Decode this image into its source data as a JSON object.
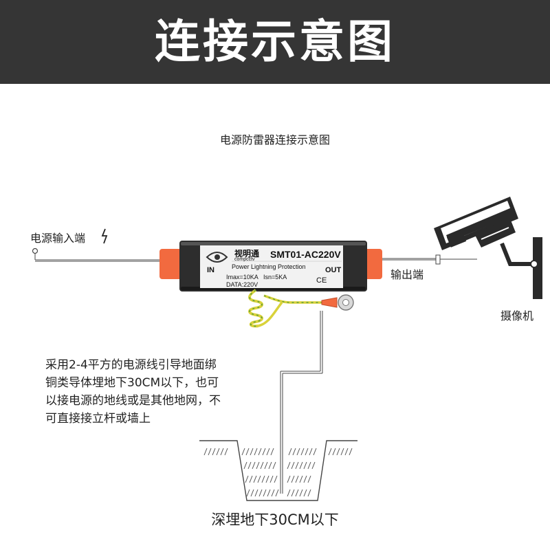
{
  "header": {
    "title": "连接示意图"
  },
  "diagram": {
    "title": "电源防雷器连接示意图",
    "input_label": "电源输入端",
    "output_label": "输出端",
    "camera_label": "摄像机",
    "note": "采用2-4平方的电源线引导地面绑铜类导体埋地下30CM以下，也可以接电源的地线或是其他地网，不可直接接立杆或墙上",
    "depth_label": "深埋地下30CM以下"
  },
  "device": {
    "brand_cn": "视明通",
    "brand_en": "compcctv",
    "model": "SMT01-AC220V",
    "subtitle": "Power Lightning Protection",
    "imax": "Imax=10KA",
    "isn": "Isn=5KA",
    "data": "DATA:220V",
    "in_label": "IN",
    "out_label": "OUT",
    "ce_mark": "CE"
  },
  "colors": {
    "header_bg": "#353535",
    "cap_orange": "#f26a3f",
    "wire_yellow": "#d9d23a",
    "wire_green": "#5e9e3a"
  },
  "icons": [
    "lightning-icon",
    "camera-icon",
    "ground-ring-icon"
  ]
}
